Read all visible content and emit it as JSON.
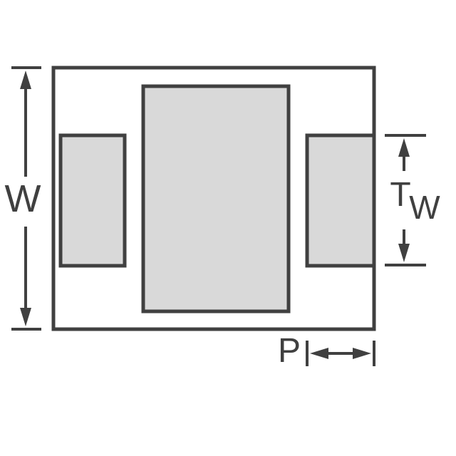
{
  "diagram": {
    "labels": {
      "body_width": "W",
      "terminal_t": "T",
      "terminal_sub": "W",
      "pitch": "P"
    },
    "colors": {
      "line": "#404040",
      "pad_fill": "#d9d9d9",
      "background": "#ffffff"
    }
  }
}
